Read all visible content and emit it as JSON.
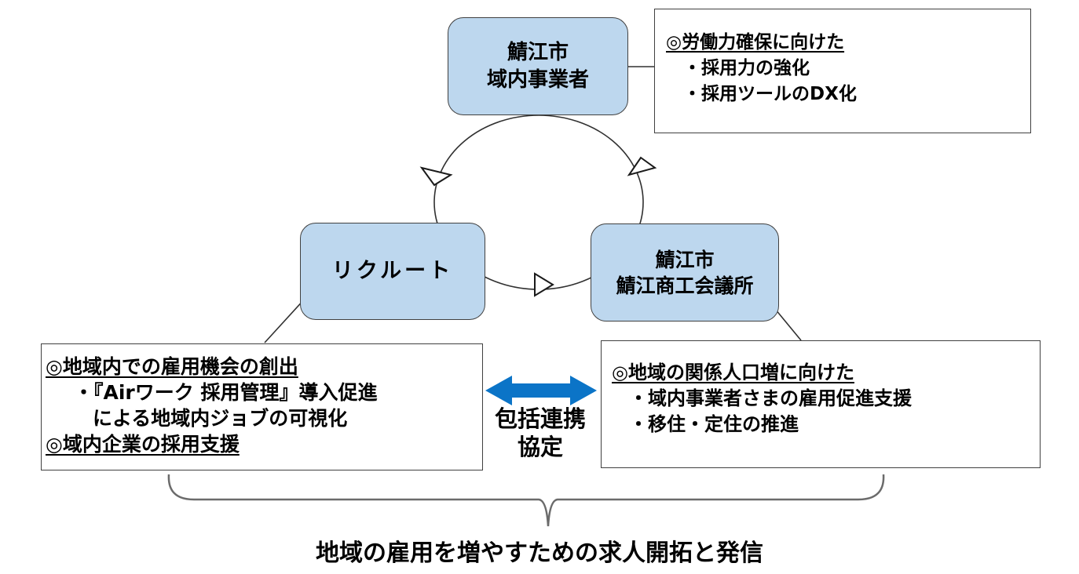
{
  "nodes": {
    "top": {
      "line1": "鯖江市",
      "line2": "域内事業者"
    },
    "left": {
      "label": "リクルート"
    },
    "right": {
      "line1": "鯖江市",
      "line2": "鯖江商工会議所"
    }
  },
  "callouts": {
    "top_right": {
      "heading": "◎労働力確保に向けた",
      "bullet1": "・採用力の強化",
      "bullet2": "・採用ツールのDX化"
    },
    "bottom_left": {
      "heading1": "◎地域内での雇用機会の創出",
      "bullet1": "・『Airワーク 採用管理』導入促進",
      "bullet1_cont": "による地域内ジョブの可視化",
      "heading2": "◎域内企業の採用支援"
    },
    "bottom_right": {
      "heading": "◎地域の関係人口増に向けた",
      "bullet1": "・域内事業者さまの雇用促進支援",
      "bullet2": "・移住・定住の推進"
    }
  },
  "partnership": {
    "line1": "包括連携",
    "line2": "協定"
  },
  "caption": "地域の雇用を増やすための求人開拓と発信",
  "colors": {
    "node_fill": "#bdd7ee",
    "node_border": "#404040",
    "line": "#303030",
    "arrow_blue": "#0b74c7",
    "brace": "#6b6b6b",
    "text": "#000000",
    "background": "#ffffff"
  }
}
